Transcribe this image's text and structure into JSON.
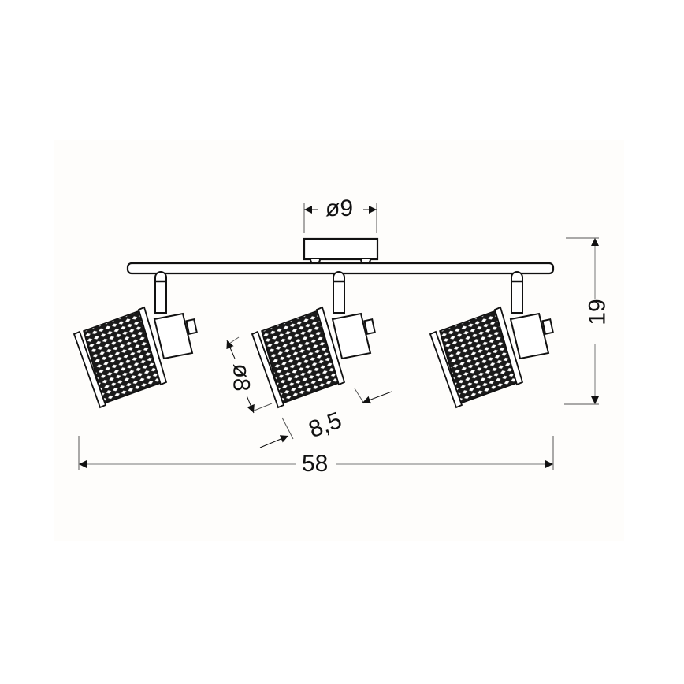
{
  "diagram": {
    "type": "technical-dimension-drawing",
    "subject": "3-light spotlight ceiling bar with mesh shades",
    "colors": {
      "line": "#111111",
      "dimension_line": "#555555",
      "background": "#ffffff",
      "panel": "#fefdfb"
    },
    "components": {
      "mounting_plate": {
        "label": "mounting-plate"
      },
      "bar": {
        "label": "horizontal-bar"
      },
      "spotlights": [
        {
          "label": "spotlight-left"
        },
        {
          "label": "spotlight-middle"
        },
        {
          "label": "spotlight-right"
        }
      ]
    },
    "dimensions": {
      "mount_diameter": "ø9",
      "total_length": "58",
      "height": "19",
      "shade_diameter": "ø8",
      "shade_length": "8,5"
    }
  }
}
